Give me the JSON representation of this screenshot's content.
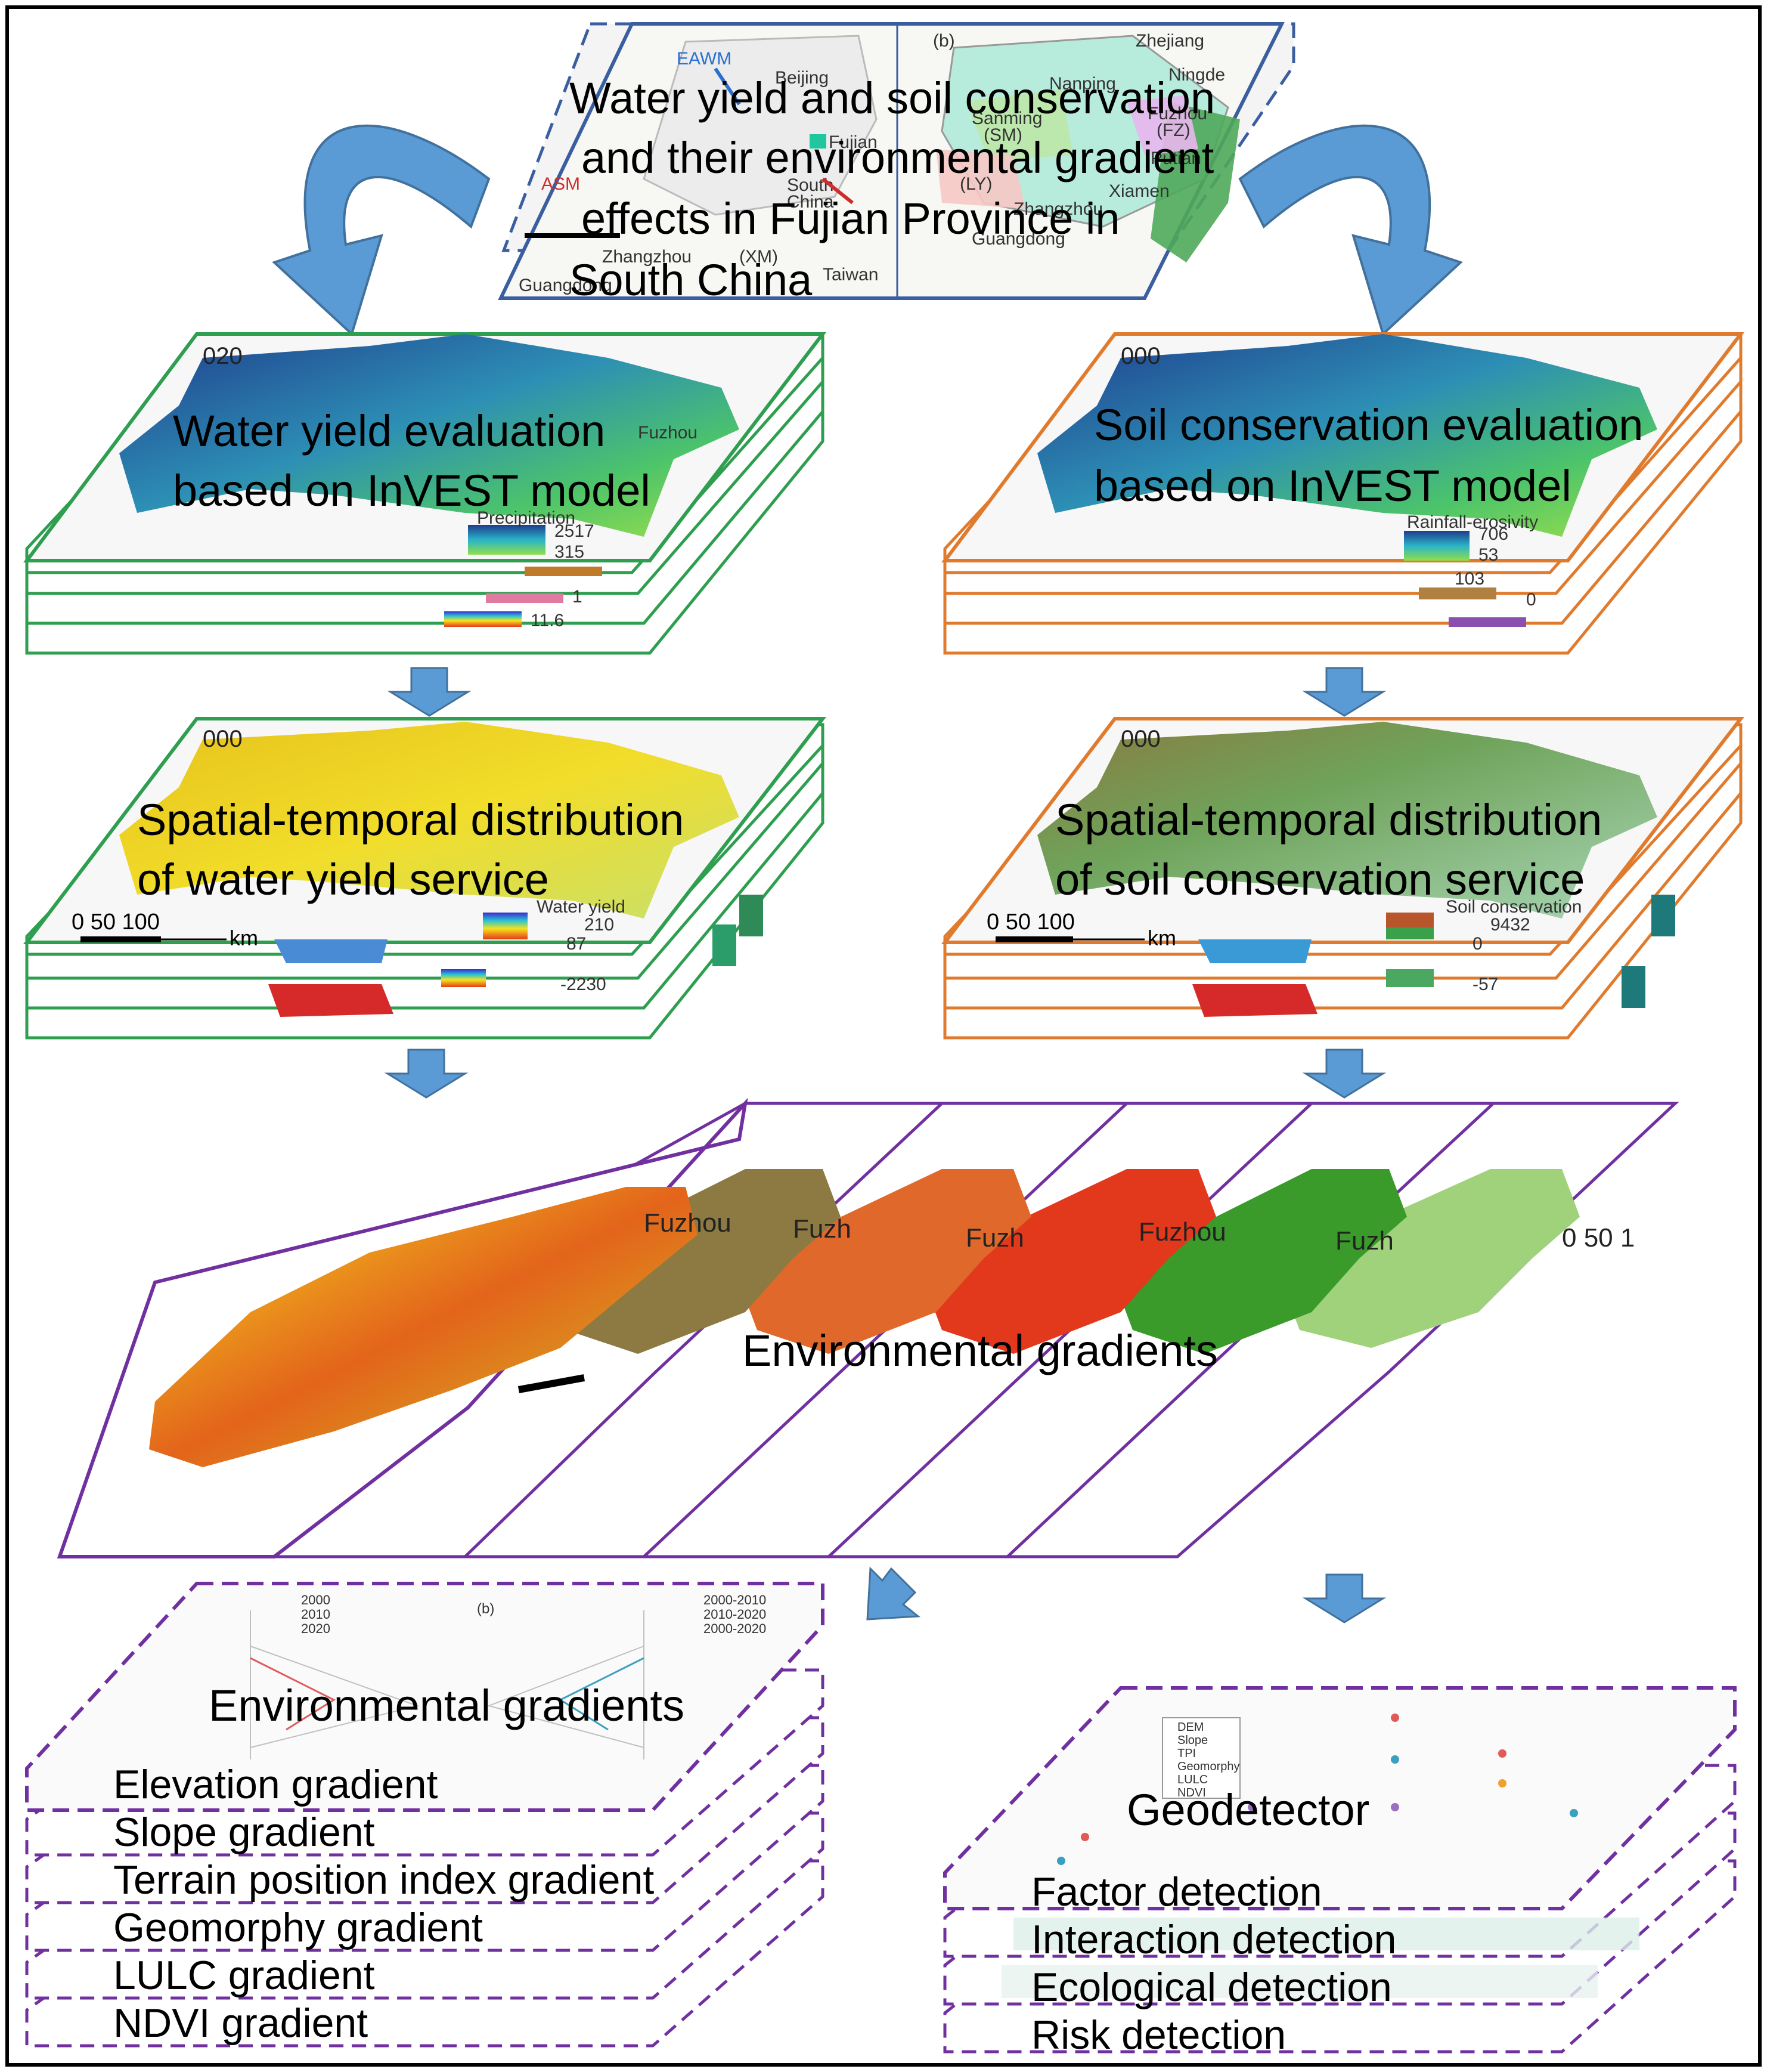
{
  "title_block": {
    "lines": [
      "Water yield and soil conservation",
      "and their environmental gradient",
      "effects in Fujian Province in",
      "South China"
    ],
    "map_labels": [
      "EAWM",
      "Beijing",
      "Fujian",
      "South",
      "China",
      "ASM",
      "Zhangzhou",
      "Guangdong",
      "(b)",
      "Zhejiang",
      "Nanping",
      "Ningde",
      "Sanming",
      "(SM)",
      "Fuzhou",
      "(FZ)",
      "Putian",
      "(LY)",
      "Zhangzhou",
      "Xiamen",
      "(XM)",
      "Taiwan",
      "Guangdong"
    ]
  },
  "water_yield_eval": {
    "lines": [
      "Water yield evaluation",
      "based on InVEST model"
    ],
    "map_texts": [
      "020",
      "Precipitation",
      "2517",
      "315",
      "1",
      "11.6",
      "Fuzhou"
    ]
  },
  "soil_eval": {
    "lines": [
      "Soil conservation evaluation",
      "based on InVEST model"
    ],
    "map_texts": [
      "000",
      "Rainfall-erosivity",
      "706",
      "53",
      "103",
      "0"
    ]
  },
  "water_dist": {
    "lines": [
      "Spatial-temporal   distribution",
      "of water yield service"
    ],
    "map_texts": [
      "000",
      "0   50  100",
      "km",
      "Water yield",
      "210",
      "87",
      "-2230"
    ]
  },
  "soil_dist": {
    "lines": [
      "Spatial-temporal   distribution",
      "of soil conservation service"
    ],
    "map_texts": [
      "000",
      "0   50  100",
      "km",
      "Soil conservation",
      "9432",
      "0",
      "-57"
    ]
  },
  "env_stack": {
    "label": "Environmental gradients",
    "map_texts": [
      "Fuzhou",
      "Fuzh",
      "Fuzh",
      "Fuzhou",
      "Fuzh",
      "0    50   1"
    ]
  },
  "gradients": {
    "title": "Environmental gradients",
    "items": [
      "Elevation gradient",
      "Slope gradient",
      "Terrain position index gradient",
      "Geomorphy gradient",
      "LULC gradient",
      "NDVI gradient"
    ],
    "chart_texts": [
      "2000",
      "2010",
      "2020",
      "2000-2010",
      "2010-2020",
      "2000-2020",
      "(b)"
    ]
  },
  "geodetector": {
    "title": "Geodetector",
    "items": [
      "Factor detection",
      "Interaction detection",
      "Ecological detection",
      "Risk detection"
    ],
    "legend": [
      "DEM",
      "Slope",
      "TPI",
      "Geomorphy",
      "LULC",
      "NDVI"
    ]
  },
  "colors": {
    "frame": "#000000",
    "green_border": "#2e9e4f",
    "orange_border": "#e07b2e",
    "purple_border": "#7030a0",
    "title_border": "#3a5ea0",
    "arrow_fill": "#5b9bd5",
    "arrow_stroke": "#41719c"
  }
}
